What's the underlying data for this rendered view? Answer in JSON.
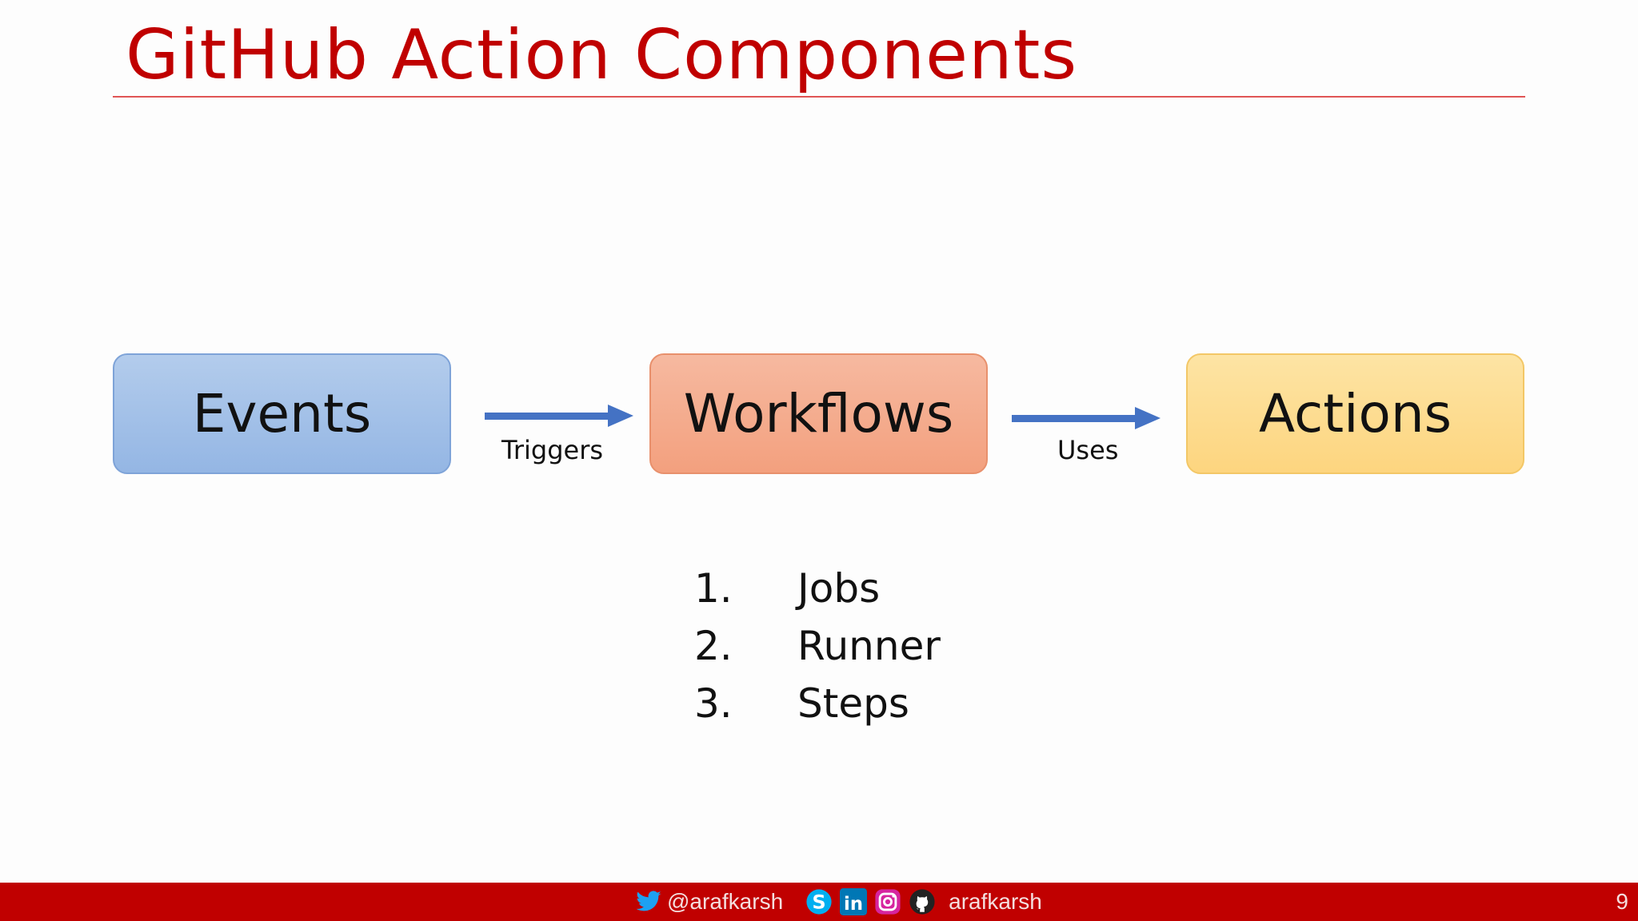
{
  "slide": {
    "title": "GitHub Action Components",
    "page_number": "9"
  },
  "diagram": {
    "nodes": [
      {
        "id": "events",
        "label": "Events"
      },
      {
        "id": "workflows",
        "label": "Workflows"
      },
      {
        "id": "actions",
        "label": "Actions"
      }
    ],
    "edges": [
      {
        "from": "events",
        "to": "workflows",
        "label": "Triggers"
      },
      {
        "from": "workflows",
        "to": "actions",
        "label": "Uses"
      }
    ],
    "colors": {
      "events": "#9dbbe6",
      "workflows": "#f4aa89",
      "actions": "#fddb8d",
      "arrow": "#4472c4",
      "accent": "#c00000"
    }
  },
  "workflow_parts": [
    {
      "number": "1.",
      "label": "Jobs"
    },
    {
      "number": "2.",
      "label": "Runner"
    },
    {
      "number": "3.",
      "label": "Steps"
    }
  ],
  "footer": {
    "twitter_handle": "@arafkarsh",
    "handle": "arafkarsh",
    "icons": [
      "twitter-icon",
      "skype-icon",
      "linkedin-icon",
      "instagram-icon",
      "github-icon"
    ]
  }
}
